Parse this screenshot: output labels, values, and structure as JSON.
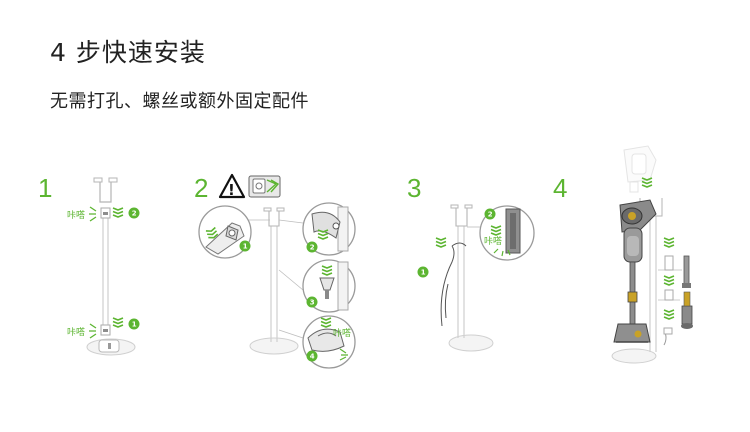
{
  "header": {
    "title": "4 步快速安装",
    "subtitle": "无需打孔、螺丝或额外固定配件"
  },
  "steps": [
    {
      "number": "1",
      "callouts": [
        {
          "badge": "2",
          "sound": "咔嗒"
        },
        {
          "badge": "1",
          "sound": "咔嗒"
        }
      ]
    },
    {
      "number": "2",
      "warning_symbol": "!",
      "callouts": [
        {
          "badge": "1"
        },
        {
          "badge": "2"
        },
        {
          "badge": "3"
        },
        {
          "badge": "4",
          "sound": "咔嗒"
        }
      ]
    },
    {
      "number": "3",
      "callouts": [
        {
          "badge": "1"
        },
        {
          "badge": "2",
          "sound": "咔嗒"
        }
      ]
    },
    {
      "number": "4"
    }
  ],
  "colors": {
    "accent": "#5cb531",
    "line": "#cfcfcf",
    "text": "#222222"
  }
}
